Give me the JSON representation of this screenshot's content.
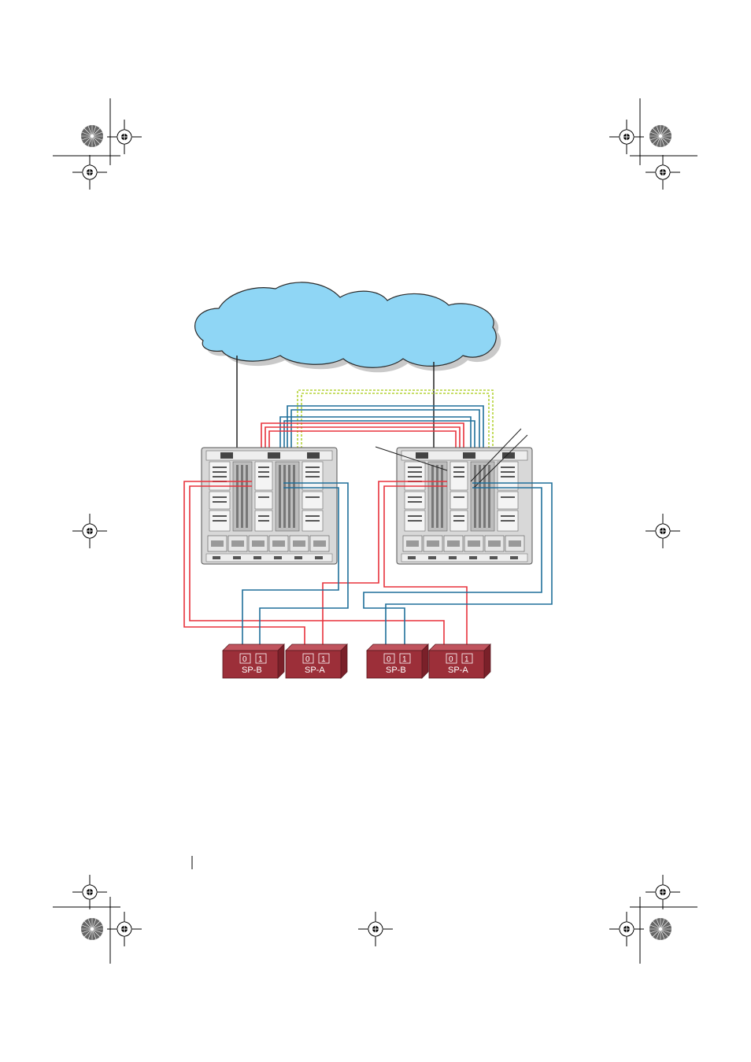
{
  "storage": {
    "units": [
      {
        "label": "SP-B",
        "ports": [
          "0",
          "1"
        ]
      },
      {
        "label": "SP-A",
        "ports": [
          "0",
          "1"
        ]
      },
      {
        "label": "SP-B",
        "ports": [
          "0",
          "1"
        ]
      },
      {
        "label": "SP-A",
        "ports": [
          "0",
          "1"
        ]
      }
    ]
  },
  "colors": {
    "cloud": "#8fd6f5",
    "red_cable": "#e8323c",
    "blue_cable": "#1f6f9a",
    "green_cable": "#b6d43a",
    "enclosure": "#d7d7d7",
    "storage_box": "#9c2f39"
  }
}
